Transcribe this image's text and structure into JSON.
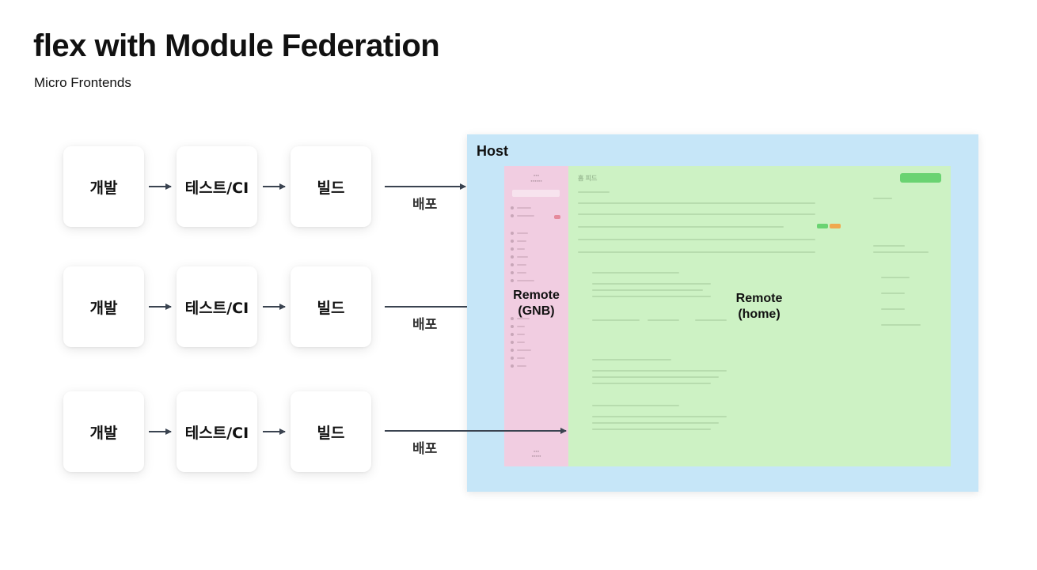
{
  "title": "flex with Module Federation",
  "subtitle": "Micro Frontends",
  "pipelines": [
    {
      "steps": [
        "개발",
        "테스트/CI",
        "빌드"
      ],
      "deploy_label": "배포"
    },
    {
      "steps": [
        "개발",
        "테스트/CI",
        "빌드"
      ],
      "deploy_label": "배포"
    },
    {
      "steps": [
        "개발",
        "테스트/CI",
        "빌드"
      ],
      "deploy_label": "배포"
    }
  ],
  "host": {
    "label": "Host",
    "remote_gnb": {
      "line1": "Remote",
      "line2": "(GNB)"
    },
    "remote_home": {
      "line1": "Remote",
      "line2": "(home)"
    },
    "mock_home_title": "홈 피드"
  },
  "colors": {
    "host": "#c6e6f8",
    "remote_gnb": "#f1cde1",
    "remote_home": "#cdf2c4",
    "arrow": "#3a4350"
  }
}
